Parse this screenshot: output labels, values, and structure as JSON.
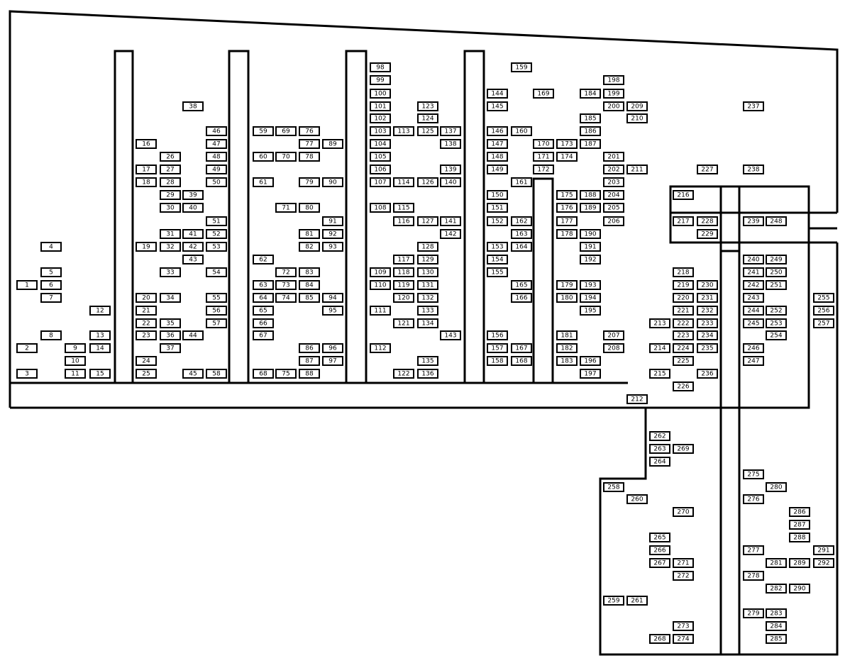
{
  "diagram": {
    "type": "lot-map",
    "stroke_color": "#000000",
    "background_color": "#ffffff",
    "lots": [
      "1",
      "2",
      "3",
      "4",
      "5",
      "6",
      "7",
      "8",
      "9",
      "10",
      "11",
      "12",
      "13",
      "14",
      "15",
      "16",
      "17",
      "18",
      "19",
      "20",
      "21",
      "22",
      "23",
      "24",
      "25",
      "26",
      "27",
      "28",
      "29",
      "30",
      "31",
      "32",
      "33",
      "34",
      "35",
      "36",
      "37",
      "38",
      "39",
      "40",
      "41",
      "42",
      "43",
      "44",
      "45",
      "46",
      "47",
      "48",
      "49",
      "50",
      "51",
      "52",
      "53",
      "54",
      "55",
      "56",
      "57",
      "58",
      "59",
      "60",
      "61",
      "62",
      "63",
      "64",
      "65",
      "66",
      "67",
      "68",
      "69",
      "70",
      "71",
      "72",
      "73",
      "74",
      "75",
      "76",
      "77",
      "78",
      "79",
      "80",
      "81",
      "82",
      "83",
      "84",
      "85",
      "86",
      "87",
      "88",
      "89",
      "90",
      "91",
      "92",
      "93",
      "94",
      "95",
      "96",
      "97",
      "98",
      "99",
      "100",
      "101",
      "102",
      "103",
      "104",
      "105",
      "106",
      "107",
      "108",
      "109",
      "110",
      "111",
      "112",
      "113",
      "114",
      "115",
      "116",
      "117",
      "118",
      "119",
      "120",
      "121",
      "122",
      "123",
      "124",
      "125",
      "126",
      "127",
      "128",
      "129",
      "130",
      "131",
      "132",
      "133",
      "134",
      "135",
      "136",
      "137",
      "138",
      "139",
      "140",
      "141",
      "142",
      "143",
      "144",
      "145",
      "146",
      "147",
      "148",
      "149",
      "150",
      "151",
      "152",
      "153",
      "154",
      "155",
      "156",
      "157",
      "158",
      "159",
      "160",
      "161",
      "162",
      "163",
      "164",
      "165",
      "166",
      "167",
      "168",
      "169",
      "170",
      "171",
      "172",
      "173",
      "174",
      "175",
      "176",
      "177",
      "178",
      "179",
      "180",
      "181",
      "182",
      "183",
      "184",
      "185",
      "186",
      "187",
      "188",
      "189",
      "190",
      "191",
      "192",
      "193",
      "194",
      "195",
      "196",
      "197",
      "198",
      "199",
      "200",
      "201",
      "202",
      "203",
      "204",
      "205",
      "206",
      "207",
      "208",
      "209",
      "210",
      "211",
      "212",
      "213",
      "214",
      "215",
      "216",
      "217",
      "218",
      "219",
      "220",
      "221",
      "222",
      "223",
      "224",
      "225",
      "226",
      "227",
      "228",
      "229",
      "230",
      "231",
      "232",
      "233",
      "234",
      "235",
      "236",
      "237",
      "238",
      "239",
      "240",
      "241",
      "242",
      "243",
      "244",
      "245",
      "246",
      "247",
      "248",
      "249",
      "250",
      "251",
      "252",
      "253",
      "254",
      "255",
      "256",
      "257",
      "258",
      "259",
      "260",
      "261",
      "262",
      "263",
      "264",
      "265",
      "266",
      "267",
      "268",
      "269",
      "270",
      "271",
      "272",
      "273",
      "274",
      "275",
      "276",
      "277",
      "278",
      "279",
      "280",
      "281",
      "282",
      "283",
      "284",
      "285",
      "286",
      "287",
      "288",
      "289",
      "290",
      "291",
      "292"
    ]
  }
}
